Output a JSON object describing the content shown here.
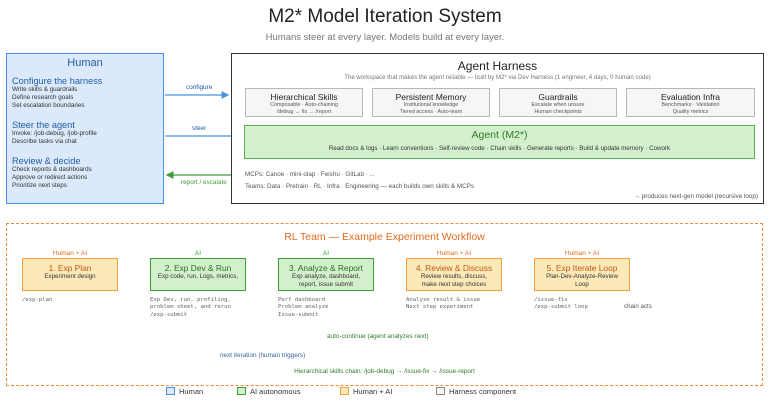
{
  "title": "M2* Model Iteration System",
  "subtitle": "Humans steer at every layer. Models build at every layer.",
  "human": {
    "heading": "Human",
    "sections": [
      {
        "title": "Configure the harness",
        "lines": [
          "Write skills & guardrails",
          "Define research goals",
          "Set escalation boundaries"
        ]
      },
      {
        "title": "Steer the agent",
        "lines": [
          "Invoke: /job-debug, /job-profile",
          "Describe tasks via chat"
        ]
      },
      {
        "title": "Review & decide",
        "lines": [
          "Check reports & dashboards",
          "Approve or redirect actions",
          "Prioritize next steps"
        ]
      }
    ]
  },
  "arrows": {
    "configure": "configure",
    "steer": "steer",
    "report": "report / escalate"
  },
  "harness": {
    "title": "Agent Harness",
    "subtitle": "The workspace that makes the agent reliable — built by M2* via Dev Harness (1 engineer, 4 days, 0 human code)",
    "components": [
      {
        "title": "Hierarchical Skills",
        "lines": [
          "Composable · Auto-chaining",
          "/debug → fix → /report"
        ]
      },
      {
        "title": "Persistent Memory",
        "lines": [
          "Institutional knowledge",
          "Tiered access · Auto-learn"
        ]
      },
      {
        "title": "Guardrails",
        "lines": [
          "Escalate when unsure",
          "Human checkpoints"
        ]
      },
      {
        "title": "Evaluation Infra",
        "lines": [
          "Benchmarks · Validation",
          "Quality metrics"
        ]
      }
    ],
    "agent": {
      "title": "Agent (M2*)",
      "items": "Read docs & logs  ·  Learn conventions  ·  Self-review code  ·  Chain skills  ·  Generate reports  ·  Build & update memory  ·  Cowork"
    },
    "mcps": "MCPs: Canoe · mini-olap · Feishu · GitLab · ...",
    "teams": "Teams: Data · Pretrain · RL · Infra · Engineering   —   each builds own skills & MCPs",
    "recursive": "→ produces next-gen model (recursive loop)"
  },
  "rl": {
    "title": "RL Team — Example Experiment Workflow",
    "steps": [
      {
        "tag": "Human + AI",
        "kind": "hai",
        "title": "1. Exp Plan",
        "lines": [
          "Experiment design"
        ],
        "cmds": [
          "/exp-plan"
        ]
      },
      {
        "tag": "AI",
        "kind": "ai",
        "title": "2. Exp Dev & Run",
        "lines": [
          "Exp code, run, Logs, metrics,"
        ],
        "cmds": [
          "Exp Dev, run, profiling,",
          "problem sheet, and rerun",
          "/exp-submit"
        ]
      },
      {
        "tag": "AI",
        "kind": "ai",
        "title": "3.  Analyze & Report",
        "lines": [
          "Exp analyze, dashboard,",
          "report, issue submit"
        ],
        "cmds": [
          "Perf dashboard",
          "Problem analyze",
          "Issue-submit"
        ]
      },
      {
        "tag": "Human + AI",
        "kind": "hai",
        "title": "4. Review & Discuss",
        "lines": [
          "Review results, discuss,",
          "make next step choices"
        ],
        "cmds": [
          "Analyze result & issue",
          "Next step experiment"
        ]
      },
      {
        "tag": "Human + AI",
        "kind": "hai",
        "title": "5. Exp Iterate Loop",
        "lines": [
          "Plan-Dev-Analyze-Review",
          "Loop"
        ],
        "cmds": [
          "/issue-fix",
          "/exp-submit loop"
        ]
      }
    ],
    "chain_acts": "chain acts",
    "auto_continue": "auto-continue (agent analyzes next)",
    "next_iteration": "next iteration (human triggers)",
    "skills_chain": "Hierarchical skills chain: /job-debug → /issue-fix → /issue-report"
  },
  "legend": [
    {
      "label": "Human",
      "border": "#4a90e2",
      "fill": "#dbe9fa"
    },
    {
      "label": "AI autonomous",
      "border": "#3f9d39",
      "fill": "#d3f0cc"
    },
    {
      "label": "Human + AI",
      "border": "#f2a33c",
      "fill": "#fde9b8"
    },
    {
      "label": "Harness component",
      "border": "#888888",
      "fill": "#f6f6f6"
    }
  ],
  "colors": {
    "human": "#4a90e2",
    "ai": "#3f9d39",
    "hai": "#f2a33c",
    "rl": "#e06a1e"
  }
}
